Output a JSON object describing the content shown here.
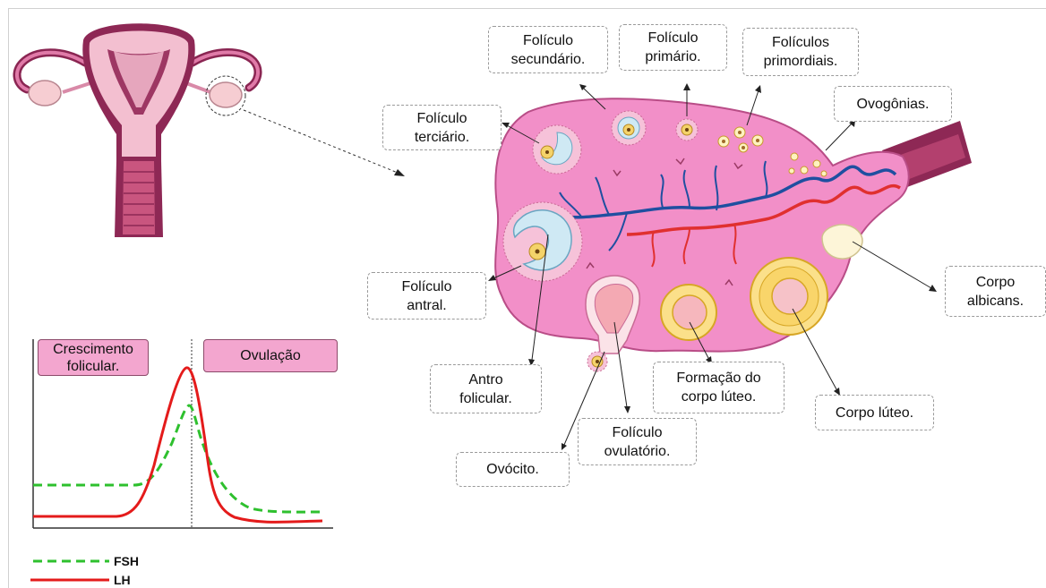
{
  "labels": {
    "foliculo_secundario": "Folículo\nsecundário.",
    "foliculo_primario": "Folículo\nprimário.",
    "foliculos_primordiais": "Folículos\nprimordiais.",
    "ovogonias": "Ovogônias.",
    "foliculo_terciario": "Folículo\nterciário.",
    "foliculo_antral": "Folículo\nantral.",
    "antro_folicular": "Antro\nfolicular.",
    "foliculo_ovulatorio": "Folículo\novulatório.",
    "ovocito": "Ovócito.",
    "formacao_corpo_luteo": "Formação do\ncorpo lúteo.",
    "corpo_luteo": "Corpo lúteo.",
    "corpo_albicans": "Corpo\nalbicans."
  },
  "graph": {
    "phase_growth": "Crescimento\nfolicular.",
    "phase_ovulation": "Ovulação",
    "legend_fsh": "FSH",
    "legend_lh": "LH"
  },
  "colors": {
    "fsh": "#2ec02e",
    "lh": "#e41b1b",
    "phase_box": "#f3a6cf",
    "ovary": "#f28fc8"
  }
}
